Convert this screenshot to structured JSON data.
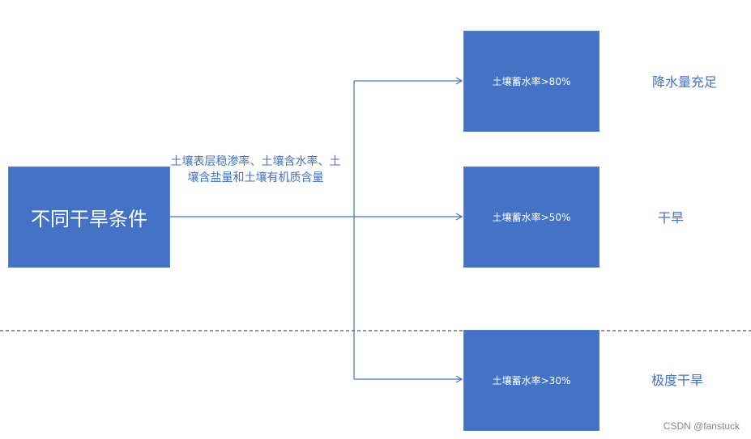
{
  "source": {
    "label": "不同干旱条件"
  },
  "edge_label": "土壤表层稳渗率、土壤含水率、土壤含盐量和土壤有机质含量",
  "targets": [
    {
      "box_label": "土壤蓄水率>80%",
      "side_label": "降水量充足"
    },
    {
      "box_label": "土壤蓄水率>50%",
      "side_label": "干旱"
    },
    {
      "box_label": "土壤蓄水率>30%",
      "side_label": "极度干旱"
    }
  ],
  "watermark": "CSDN @fanstuck",
  "colors": {
    "box_fill": "#4472c4",
    "connector": "#4472c4",
    "label_text": "#4472c4",
    "divider": "#555555"
  }
}
